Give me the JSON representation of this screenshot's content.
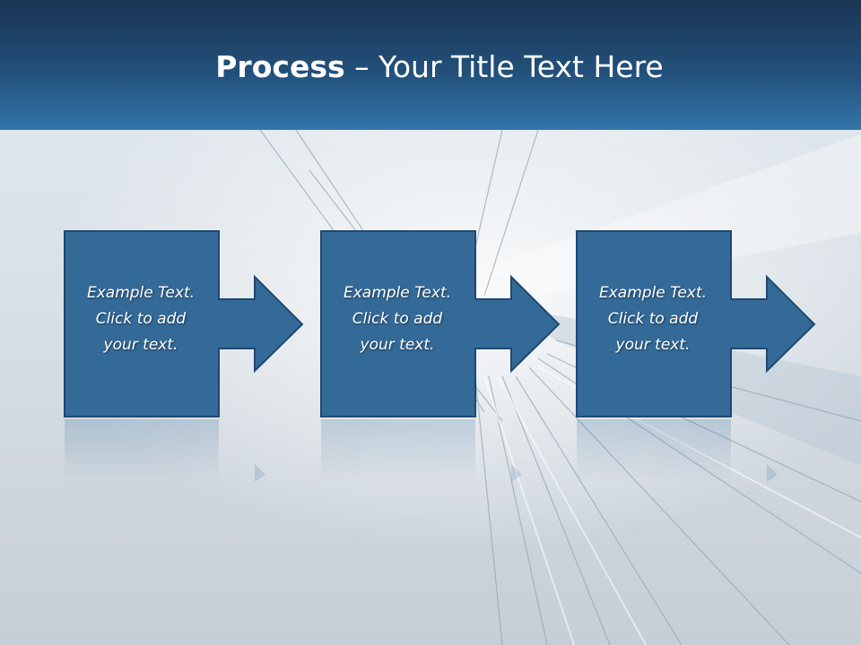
{
  "title": {
    "bold": "Process",
    "rest": " – Your Title Text Here"
  },
  "steps": [
    {
      "line1": "Example Text.",
      "line2": "Click  to add",
      "line3": "your text."
    },
    {
      "line1": "Example Text.",
      "line2": "Click  to add",
      "line3": "your text."
    },
    {
      "line1": "Example Text.",
      "line2": "Click  to add",
      "line3": "your text."
    }
  ],
  "colors": {
    "header_dark": "#1b3553",
    "header_light": "#3375a8",
    "shape_fill": "#346a98",
    "shape_border": "#1f4870"
  }
}
